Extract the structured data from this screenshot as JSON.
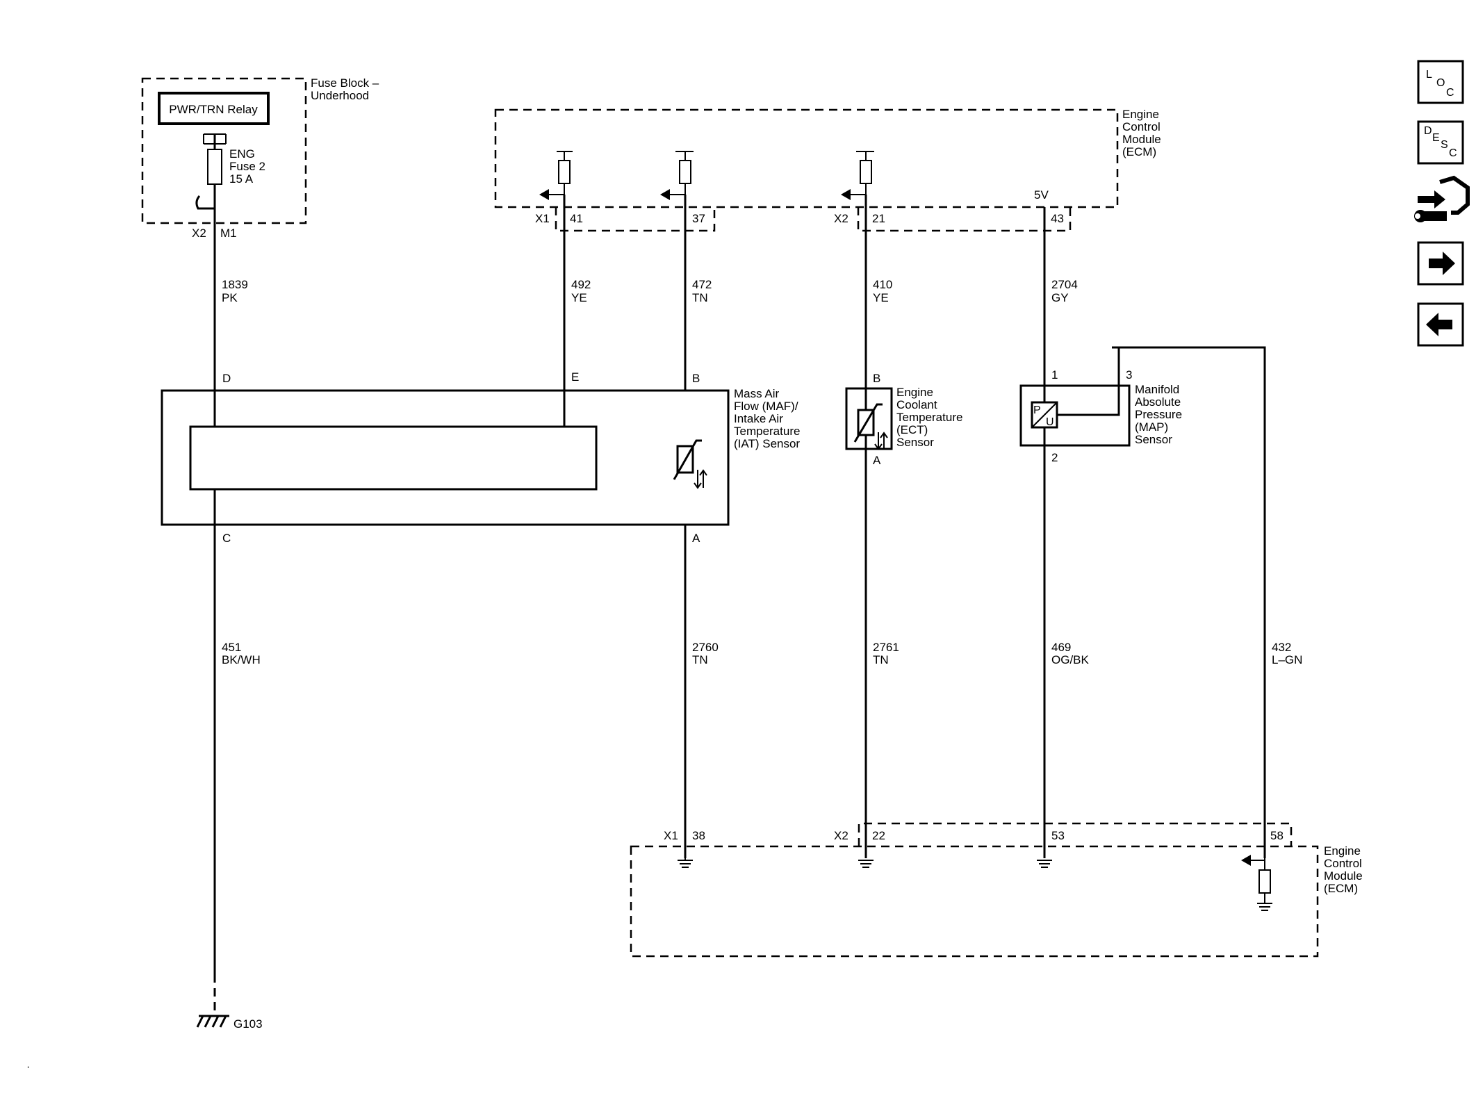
{
  "fuse_block": {
    "title_line1": "Fuse Block –",
    "title_line2": "Underhood",
    "relay": "PWR/TRN Relay",
    "fuse_line1": "ENG",
    "fuse_line2": "Fuse 2",
    "fuse_line3": "15 A",
    "conn": "X2",
    "pin": "M1"
  },
  "ecm_top": {
    "line1": "Engine",
    "line2": "Control",
    "line3": "Module",
    "line4": "(ECM)",
    "ref_5v": "5V",
    "conn_x1": "X1",
    "conn_x2": "X2",
    "pins": [
      "41",
      "37",
      "21",
      "43"
    ]
  },
  "ecm_bottom": {
    "line1": "Engine",
    "line2": "Control",
    "line3": "Module",
    "line4": "(ECM)",
    "conn_x1": "X1",
    "conn_x2": "X2",
    "pins": [
      "38",
      "22",
      "53",
      "58"
    ]
  },
  "wires": [
    {
      "circuit": "1839",
      "color": "PK"
    },
    {
      "circuit": "492",
      "color": "YE"
    },
    {
      "circuit": "472",
      "color": "TN"
    },
    {
      "circuit": "410",
      "color": "YE"
    },
    {
      "circuit": "2704",
      "color": "GY"
    },
    {
      "circuit": "451",
      "color": "BK/WH"
    },
    {
      "circuit": "2760",
      "color": "TN"
    },
    {
      "circuit": "2761",
      "color": "TN"
    },
    {
      "circuit": "469",
      "color": "OG/BK"
    },
    {
      "circuit": "432",
      "color": "L–GN"
    }
  ],
  "maf_sensor": {
    "line1": "Mass Air",
    "line2": "Flow (MAF)/",
    "line3": "Intake Air",
    "line4": "Temperature",
    "line5": "(IAT) Sensor",
    "pin_d": "D",
    "pin_e": "E",
    "pin_b": "B",
    "pin_c": "C",
    "pin_a": "A"
  },
  "ect_sensor": {
    "line1": "Engine",
    "line2": "Coolant",
    "line3": "Temperature",
    "line4": "(ECT)",
    "line5": "Sensor",
    "pin_b": "B",
    "pin_a": "A"
  },
  "map_sensor": {
    "line1": "Manifold",
    "line2": "Absolute",
    "line3": "Pressure",
    "line4": "(MAP)",
    "line5": "Sensor",
    "pin_1": "1",
    "pin_2": "2",
    "pin_3": "3",
    "glyph_p": "P",
    "glyph_u": "U"
  },
  "ground": {
    "label": "G103"
  },
  "nav": {
    "loc": {
      "l": "L",
      "o": "O",
      "c": "C"
    },
    "desc": {
      "d": "D",
      "e": "E",
      "s": "S",
      "c": "C"
    }
  }
}
